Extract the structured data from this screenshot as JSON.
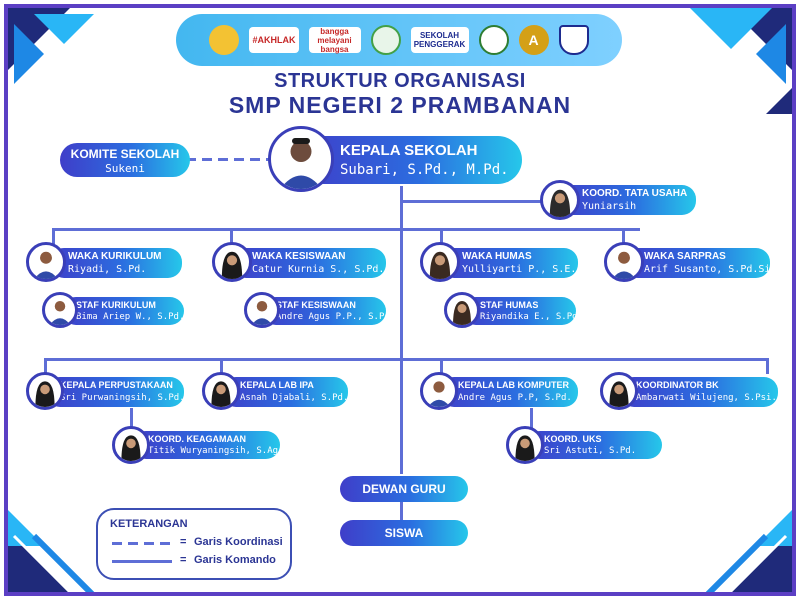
{
  "header": {
    "title_line1": "STRUKTUR ORGANISASI",
    "title_line2": "SMP NEGERI 2 PRAMBANAN",
    "logos": [
      {
        "icon": "regency-crest-icon",
        "text": ""
      },
      {
        "icon": "berakhlak-logo-icon",
        "text": "#AKHLAK"
      },
      {
        "icon": "bangga-melayani-logo-icon",
        "text": "bangga melayani bangsa"
      },
      {
        "icon": "sekolah-ramah-anak-logo-icon",
        "text": ""
      },
      {
        "icon": "sekolah-penggerak-logo-icon",
        "text": "SEKOLAH PENGGERAK"
      },
      {
        "icon": "adiwiyata-logo-icon",
        "text": ""
      },
      {
        "icon": "accreditation-a-logo-icon",
        "text": "A"
      },
      {
        "icon": "school-emblem-icon",
        "text": ""
      }
    ]
  },
  "nodes": {
    "komite": {
      "role": "KOMITE SEKOLAH",
      "name": "Sukeni"
    },
    "kepala": {
      "role": "KEPALA SEKOLAH",
      "name": "Subari, S.Pd., M.Pd."
    },
    "tata_usaha": {
      "role": "KOORD. TATA USAHA",
      "name": "Yuniarsih"
    },
    "waka_kurikulum": {
      "role": "WAKA KURIKULUM",
      "name": "Riyadi, S.Pd."
    },
    "waka_kesiswaan": {
      "role": "WAKA KESISWAAN",
      "name": "Catur Kurnia S., S.Pd."
    },
    "waka_humas": {
      "role": "WAKA HUMAS",
      "name": "Yulliyarti P., S.E."
    },
    "waka_sarpras": {
      "role": "WAKA SARPRAS",
      "name": "Arif Susanto, S.Pd.Si."
    },
    "staf_kurikulum": {
      "role": "STAF KURIKULUM",
      "name": "Bima Ariep W., S.Pd."
    },
    "staf_kesiswaan": {
      "role": "STAF KESISWAAN",
      "name": "Andre Agus P.P., S.Pd"
    },
    "staf_humas": {
      "role": "STAF HUMAS",
      "name": "Riyandika E., S.Pd."
    },
    "perpustakaan": {
      "role": "KEPALA PERPUSTAKAAN",
      "name": "Sri Purwaningsih, S.Pd."
    },
    "lab_ipa": {
      "role": "KEPALA LAB IPA",
      "name": "Asnah Djabali, S.Pd."
    },
    "lab_komputer": {
      "role": "KEPALA LAB KOMPUTER",
      "name": "Andre Agus P.P, S.Pd."
    },
    "bk": {
      "role": "KOORDINATOR BK",
      "name": "Ambarwati Wilujeng, S.Psi."
    },
    "keagamaan": {
      "role": "KOORD. KEAGAMAAN",
      "name": "Titik Wuryaningsih, S.Ag"
    },
    "uks": {
      "role": "KOORD. UKS",
      "name": "Sri Astuti, S.Pd."
    },
    "dewan_guru": {
      "role": "DEWAN GURU"
    },
    "siswa": {
      "role": "SISWA"
    }
  },
  "legend": {
    "title": "KETERANGAN",
    "items": [
      {
        "symbol": "dashed-line",
        "eq": "=",
        "label": "Garis Koordinasi"
      },
      {
        "symbol": "solid-line",
        "eq": "=",
        "label": "Garis Komando"
      }
    ]
  },
  "colors": {
    "frame": "#5b3fc4",
    "title": "#2b3594",
    "box_gradient_start": "#3f3ec9",
    "box_gradient_end": "#26c7ea",
    "connector": "#5e6ed6",
    "logo_bar": "#43b7f0"
  }
}
